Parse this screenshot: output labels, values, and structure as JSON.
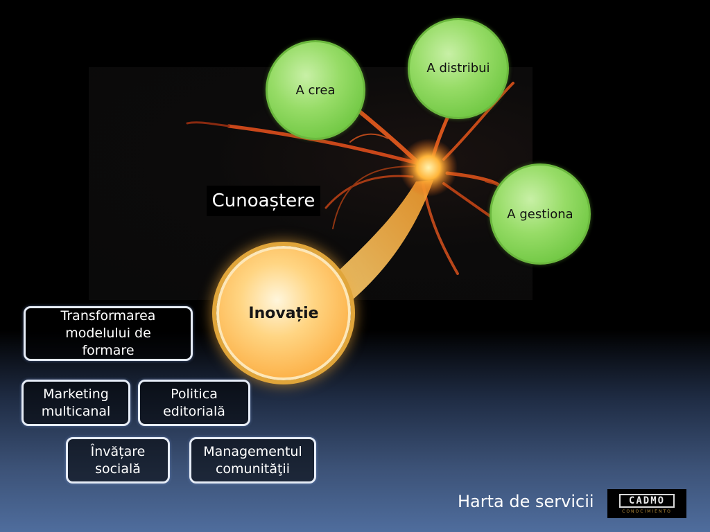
{
  "center": {
    "label": "Cunoaștere"
  },
  "actions": [
    {
      "label": "A crea"
    },
    {
      "label": "A distribui"
    },
    {
      "label": "A gestiona"
    }
  ],
  "innovation": {
    "label": "Inovație"
  },
  "services": [
    {
      "label": "Transformarea modelului de formare"
    },
    {
      "label": "Marketing multicanal"
    },
    {
      "label": "Politica editorială"
    },
    {
      "label": "Învățare socială"
    },
    {
      "label": "Managementul comunităţii"
    }
  ],
  "footer": {
    "title": "Harta de servicii"
  },
  "logo": {
    "name": "CADMO",
    "tagline": "CONOCIMIENTO"
  },
  "colors": {
    "green": "#97dc67",
    "orange": "#fcb24a",
    "neuron": "#e8641c",
    "box_border": "#e6ecf6"
  }
}
